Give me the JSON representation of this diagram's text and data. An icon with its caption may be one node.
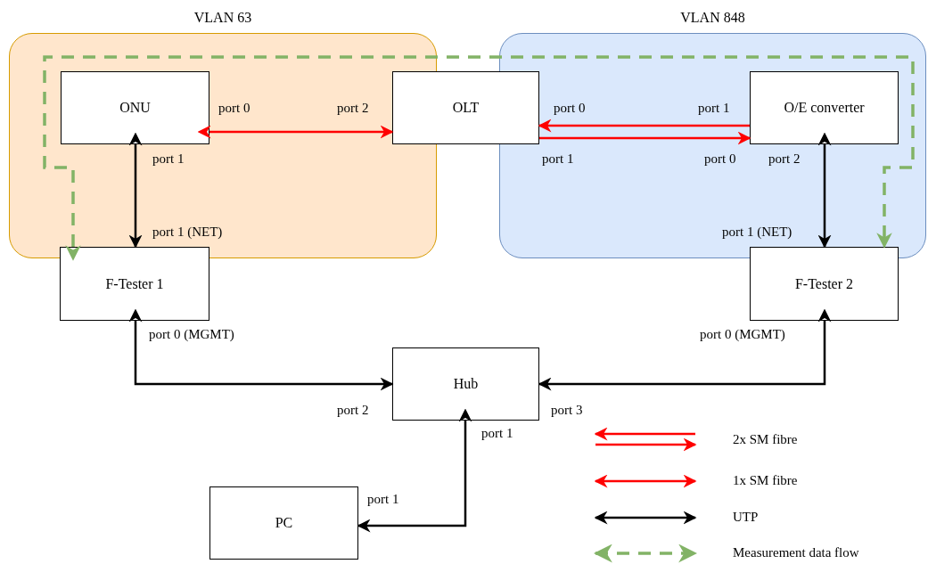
{
  "diagram": {
    "nodes": [
      {
        "text": [
          "VLAN 63"
        ]
      },
      {
        "text": [
          "VLAN 848"
        ]
      },
      {
        "text": [
          "ONU"
        ],
        "in": 0
      },
      {
        "text": [
          "OLT"
        ]
      },
      {
        "text": [
          "O/E converter"
        ],
        "in": 1
      },
      {
        "text": [
          "F-Tester 1"
        ]
      },
      {
        "text": [
          "F-Tester 2"
        ]
      },
      {
        "text": [
          "Hub"
        ]
      },
      {
        "text": [
          "PC"
        ]
      }
    ],
    "edges": [
      {
        "from": 2,
        "to": 3,
        "arrow": "both",
        "color": "#ff0000"
      },
      {
        "from": 4,
        "to": 3,
        "arrow": "to",
        "color": "#ff0000"
      },
      {
        "from": 3,
        "to": 4,
        "arrow": "to",
        "color": "#ff0000"
      },
      {
        "from": 2,
        "to": 5,
        "arrow": "both"
      },
      {
        "from": 4,
        "to": 6,
        "arrow": "both"
      },
      {
        "from": 5,
        "to": 7,
        "arrow": "both"
      },
      {
        "from": 6,
        "to": 7,
        "arrow": "both"
      },
      {
        "from": 7,
        "to": 8,
        "arrow": "both"
      },
      {
        "from": 5,
        "to": 6,
        "arrow": "both",
        "style": "dashed",
        "color": "#82b366"
      }
    ],
    "labels": [
      "port 0",
      "port 2",
      "port 0",
      "port 1",
      "port 1",
      "port 1",
      "port 0",
      "port 2",
      "port 1 (NET)",
      "port 1 (NET)",
      "port 0 (MGMT)",
      "port 0 (MGMT)",
      "port 2",
      "port 3",
      "port 1",
      "port 1"
    ],
    "legend": [
      {
        "text": "2x SM fibre"
      },
      {
        "text": "1x SM fibre"
      },
      {
        "text": "UTP"
      },
      {
        "text": "Measurement data flow"
      }
    ]
  }
}
